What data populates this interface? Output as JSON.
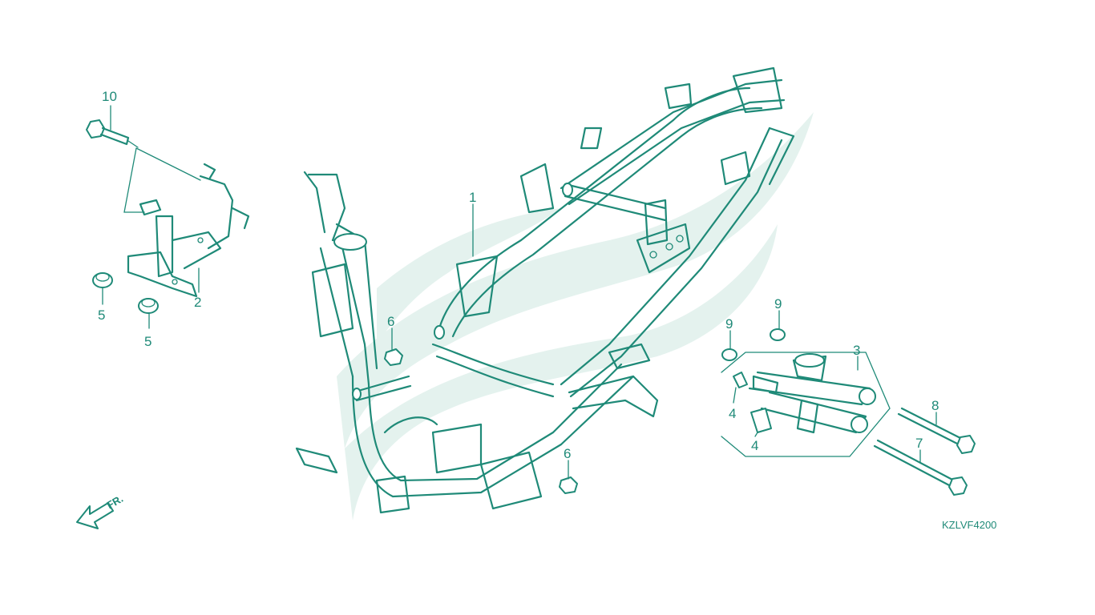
{
  "diagram_code": "KZLVF4200",
  "direction_label": "FR.",
  "callouts": {
    "frame_body": "1",
    "main_stand_bracket": "2",
    "engine_hanger": "3",
    "hanger_rubber_a": "4",
    "hanger_rubber_b": "4",
    "bushing_a": "5",
    "bushing_b": "5",
    "nut_upper": "6",
    "nut_lower": "6",
    "collar_left": "9",
    "collar_right": "9",
    "bolt_long": "7",
    "bolt_short": "8",
    "flange_bolt": "10"
  },
  "colors": {
    "line": "#1f8a78",
    "watermark": "#e4f2ee",
    "background": "#ffffff"
  }
}
